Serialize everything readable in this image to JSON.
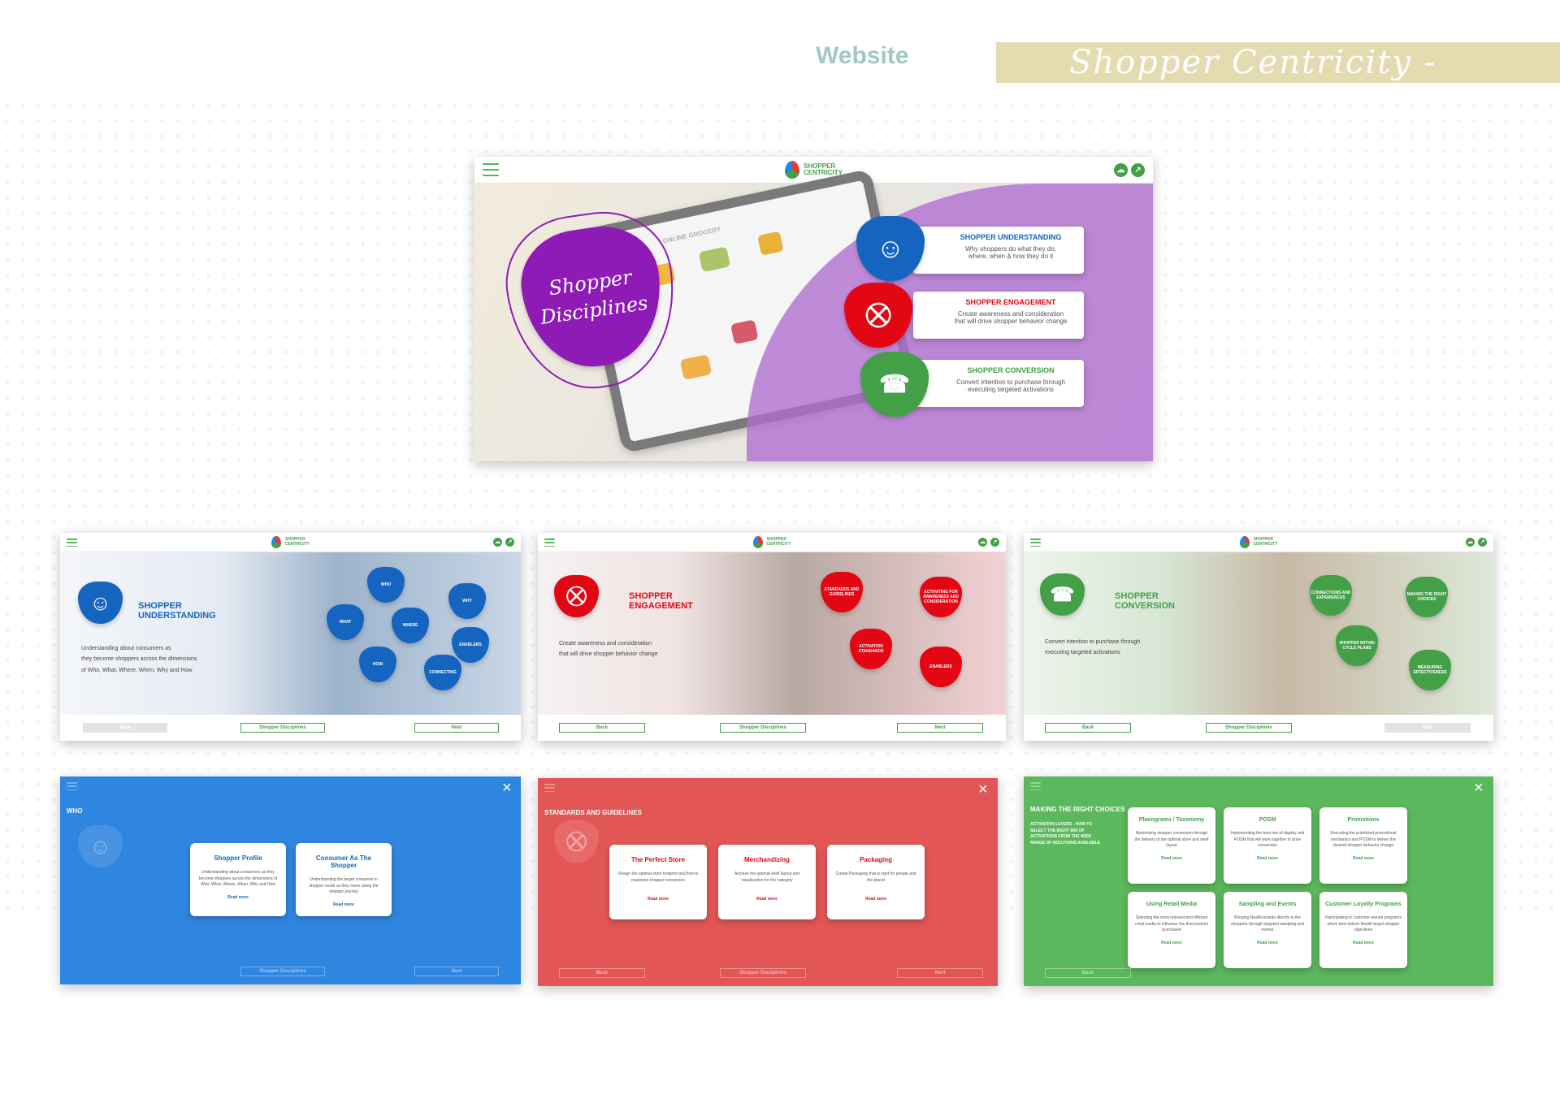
{
  "header": {
    "website": "Website",
    "banner": "Shopper Centricity - Nestlé"
  },
  "brand": {
    "line1": "SHOPPER",
    "line2": "CENTRICITY"
  },
  "colors": {
    "blue": "#1565c0",
    "red": "#e30613",
    "green": "#43a047",
    "purple": "#8e1bb5"
  },
  "hero": {
    "badge_line1": "Shopper",
    "badge_line2": "Disciplines",
    "tablet_heading": "ONLINE GROCERY",
    "cards": [
      {
        "title": "SHOPPER UNDERSTANDING",
        "desc1": "Why shoppers do what they do,",
        "desc2": "where, when & how they do it",
        "icon": "head-icon"
      },
      {
        "title": "SHOPPER ENGAGEMENT",
        "desc1": "Create awareness and consideration",
        "desc2": "that will drive shopper behavior change",
        "icon": "cart-network-icon"
      },
      {
        "title": "SHOPPER CONVERSION",
        "desc1": "Convert intention to purchase through",
        "desc2": "executing targeted activations",
        "icon": "phone-store-icon"
      }
    ]
  },
  "nav": {
    "back": "Back",
    "disciplines": "Shopper Disciplines",
    "next": "Next"
  },
  "understanding": {
    "title1": "SHOPPER",
    "title2": "UNDERSTANDING",
    "desc1": "Understanding about consumers as",
    "desc2": "they become shoppers across the dimensions",
    "desc3": "of Who, What, Where, When, Why and How",
    "picks": [
      "WHO",
      "WHY",
      "WHAT",
      "WHERE",
      "ENABLERS",
      "HOW",
      "CONNECTING"
    ]
  },
  "engagement": {
    "title1": "SHOPPER",
    "title2": "ENGAGEMENT",
    "desc1": "Create awareness and consideration",
    "desc2": "that will drive shopper behavior change",
    "picks": [
      "STANDARDS AND GUIDELINES",
      "ACTIVATING FOR AWARENESS AND CONSIDERATION",
      "ACTIVATION STANDARDS",
      "ENABLERS"
    ]
  },
  "conversion": {
    "title1": "SHOPPER",
    "title2": "CONVERSION",
    "desc1": "Convert intention to purchase through",
    "desc2": "executing targeted activations",
    "picks": [
      "CONNECTIONS AND EXPERIENCES",
      "MAKING THE RIGHT CHOICES",
      "SHOPPER WITHIN CYCLE PLANS",
      "MEASURING EFFECTIVENESS"
    ]
  },
  "who_modal": {
    "label": "WHO",
    "cards": [
      {
        "title": "Shopper Profile",
        "desc": "Understanding about consumers as they become shoppers across the dimensions of Who, What, Where, When, Why and How",
        "read": "Read more"
      },
      {
        "title": "Consumer As The Shopper",
        "desc": "Understanding the target consumer in shopper mode as they move along the shopper journey",
        "read": "Read more"
      }
    ]
  },
  "standards_modal": {
    "label": "STANDARDS AND GUIDELINES",
    "cards": [
      {
        "title": "The Perfect Store",
        "desc": "Design the optimal store footprint and flow to maximize shopper conversion",
        "read": "Read more"
      },
      {
        "title": "Merchandizing",
        "desc": "Achieve the optimal shelf layout and visualization for the category",
        "read": "Read more"
      },
      {
        "title": "Packaging",
        "desc": "Create Packaging that is right for people and the planet",
        "read": "Read more"
      }
    ]
  },
  "choices_modal": {
    "label": "MAKING THE RIGHT CHOICES",
    "sub": "ACTIVATION LEVERS - HOW TO SELECT THE RIGHT MIX OF ACTIVATIONS FROM THE WIDE RANGE OF SOLUTIONS AVAILABLE",
    "cards": [
      {
        "title": "Planograms / Taxonomy",
        "desc": "Maximizing shopper conversion through the delivery of the optimal store and shelf layout",
        "read": "Read more"
      },
      {
        "title": "POSM",
        "desc": "Implementing the best mix of display and POSM that will work together to drive conversion",
        "read": "Read more"
      },
      {
        "title": "Promotions",
        "desc": "Executing the prioritized promotional mechanics and POSM to deliver the desired shopper behavior change",
        "read": "Read more"
      },
      {
        "title": "Using Retail Media",
        "desc": "Selecting the most relevant and efficient retail media to influence the final product purchased",
        "read": "Read more"
      },
      {
        "title": "Sampling and Events",
        "desc": "Bringing Nestlé brands directly to the shoppers through targeted sampling and events",
        "read": "Read more"
      },
      {
        "title": "Customer Loyalty Programs",
        "desc": "Participating in customer-owned programs which best deliver Nestlé target shopper objectives",
        "read": "Read more"
      }
    ]
  }
}
